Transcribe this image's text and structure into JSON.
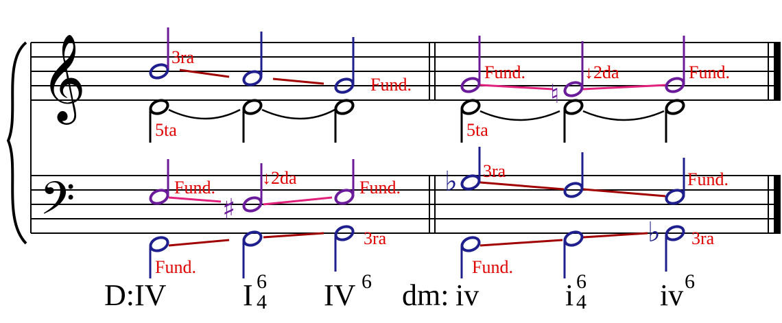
{
  "colors": {
    "staff": "#000000",
    "chord_tone_blue": "#1e1e8c",
    "chord_tone_purple": "#6a1b9a",
    "label_red": "#e00000",
    "line_dark_red": "#a00000",
    "line_pink": "#e0207a"
  },
  "measure1": {
    "key_label": "D:",
    "chords": [
      {
        "numeral": "IV",
        "figure_top": "",
        "figure_bottom": ""
      },
      {
        "numeral": "I",
        "figure_top": "6",
        "figure_bottom": "4"
      },
      {
        "numeral": "IV",
        "figure_top": "6",
        "figure_bottom": ""
      }
    ],
    "treble_upper_labels": [
      "3ra",
      "Fund."
    ],
    "treble_lower_label": "5ta",
    "bass_upper_labels": [
      "Fund.",
      "↓2da",
      "Fund."
    ],
    "bass_lower_labels": [
      "Fund.",
      "3ra"
    ]
  },
  "measure2": {
    "key_label": "dm:",
    "chords": [
      {
        "numeral": "iv",
        "figure_top": "",
        "figure_bottom": ""
      },
      {
        "numeral": "i",
        "figure_top": "6",
        "figure_bottom": "4"
      },
      {
        "numeral": "iv",
        "figure_top": "6",
        "figure_bottom": ""
      }
    ],
    "treble_upper_labels": [
      "Fund.",
      "↓2da",
      "Fund."
    ],
    "treble_lower_label": "5ta",
    "bass_upper_labels": [
      "3ra",
      "Fund."
    ],
    "bass_lower_labels": [
      "Fund.",
      "3ra"
    ]
  },
  "glyphs": {
    "treble_clef": "𝄞",
    "bass_clef": "𝄢",
    "brace": "{",
    "sharp": "♯",
    "flat": "♭",
    "natural": "♮"
  }
}
